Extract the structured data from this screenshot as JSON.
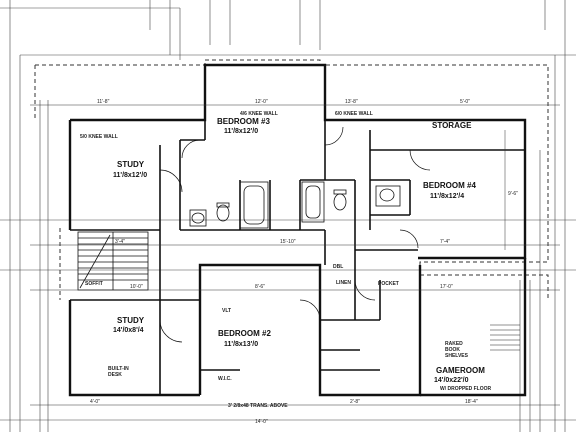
{
  "rooms": {
    "bedroom3": {
      "name": "BEDROOM #3",
      "size": "11'/8x12'/0"
    },
    "storage": {
      "name": "STORAGE"
    },
    "study_upper": {
      "name": "STUDY",
      "size": "11'/8x12'/0"
    },
    "bedroom4": {
      "name": "BEDROOM #4",
      "size": "11'/8x12'/4"
    },
    "study_lower": {
      "name": "STUDY",
      "size": "14'/0x8'/4"
    },
    "bedroom2": {
      "name": "BEDROOM #2",
      "size": "11'/8x13'/0"
    },
    "gameroom": {
      "name": "GAMEROOM",
      "size": "14'/0x22'/0",
      "note": "W/ DROPPED FLOOR"
    }
  },
  "notes": {
    "raked_book_shelves": [
      "RAKED",
      "BOOK",
      "SHELVES"
    ],
    "trans_above": "3' 2/8x48 TRANS. ABOVE",
    "builtin_desk": [
      "BUILT-IN",
      "DESK"
    ],
    "linen": "LINEN",
    "dbl": "DBL",
    "wall_4": "4/6 KNEE WALL",
    "wall_6": "6/0 KNEE WALL",
    "wall_5": "5/0 KNEE WALL",
    "pocket": "POCKET",
    "wic": "W.I.C.",
    "soffit": "SOFFIT",
    "vlt": "VLT"
  },
  "dimensions": [
    "11'-8\"",
    "12'-0\"",
    "13'-8\"",
    "5'-0\"",
    "3'-4\"",
    "15'-10\"",
    "17'-0\"",
    "10'-0\"",
    "8'-6\"",
    "4'-0\"",
    "2'-8\"",
    "18'-4\"",
    "14'-0\"",
    "7'-4\"",
    "9'-6\""
  ]
}
